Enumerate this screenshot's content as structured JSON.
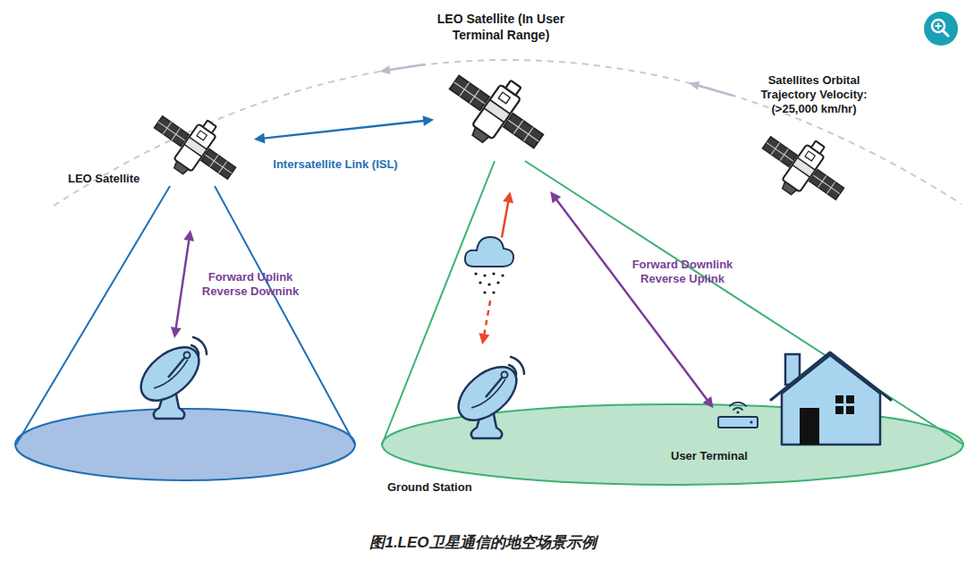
{
  "diagram": {
    "caption": "图1.LEO卫星通信的地空场景示例",
    "nodes": [
      {
        "text": [
          "LEO Satellite (In User Terminal Range)"
        ]
      },
      {
        "text": [
          "LEO Satellite"
        ]
      },
      {
        "text": [
          "Ground Station"
        ]
      },
      {
        "text": [
          "User Terminal"
        ]
      }
    ],
    "edges": [
      {
        "from": 1,
        "to": 0,
        "arrow": "both",
        "label": "Intersatellite Link (ISL)"
      },
      {
        "from": 2,
        "to": 0,
        "arrow": "both"
      },
      {
        "from": 0,
        "to": 3,
        "arrow": "both",
        "label": "Forward Downlink Reverse Uplink"
      }
    ],
    "labels": [
      "Satellites Orbital Trajectory Velocity: (>25,000 km/hr)",
      "Forward Uplink Reverse Downink"
    ]
  }
}
